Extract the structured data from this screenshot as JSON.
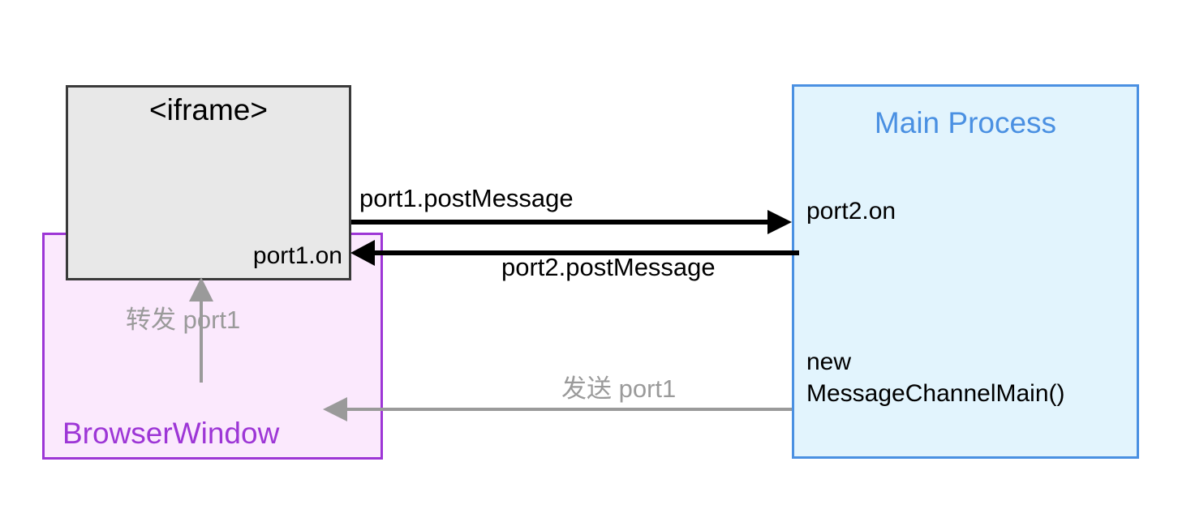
{
  "diagram": {
    "title_semantic": "electron-message-channel-diagram",
    "nodes": {
      "browser_window": {
        "label": "BrowserWindow",
        "fill": "#fbe9fd",
        "stroke": "#9d36d6",
        "text_color": "#9d36d6"
      },
      "iframe": {
        "label": "<iframe>",
        "port_handler_label": "port1.on",
        "fill": "#e8e8e8",
        "stroke": "#3a3a3a",
        "text_color": "#000000"
      },
      "main_process": {
        "title": "Main Process",
        "port_handler_label": "port2.on",
        "code_line_1": "new",
        "code_line_2": "MessageChannelMain()",
        "fill": "#e2f4fd",
        "stroke": "#4a90e2",
        "text_color": "#4a90e2"
      }
    },
    "edges": {
      "iframe_to_main": {
        "label": "port1.postMessage",
        "color": "#000000",
        "direction": "right"
      },
      "main_to_iframe": {
        "label": "port2.postMessage",
        "color": "#000000",
        "direction": "left"
      },
      "forward_port1": {
        "label": "转发 port1",
        "color": "#9a9a9a",
        "direction": "up"
      },
      "send_port1": {
        "label": "发送 port1",
        "color": "#9a9a9a",
        "direction": "left"
      }
    }
  }
}
